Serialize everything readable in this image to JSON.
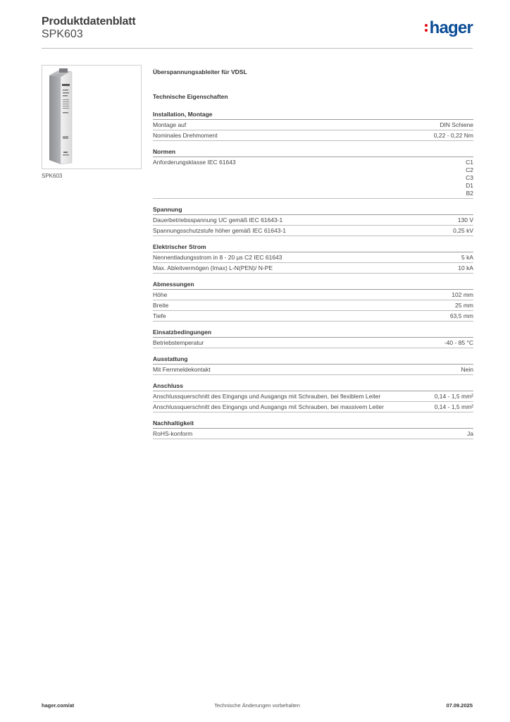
{
  "header": {
    "title": "Produktdatenblatt",
    "subtitle": "SPK603",
    "brand": "hager",
    "brand_color": "#0a4c96",
    "brand_dot_color": "#e30613"
  },
  "image": {
    "caption": "SPK603",
    "icon": "product-photo-surge-arrester"
  },
  "content": {
    "product_name": "Überspannungsableiter für VDSL",
    "section_title": "Technische Eigenschaften",
    "groups": [
      {
        "title": "Installation, Montage",
        "rows": [
          {
            "label": "Montage auf",
            "value": "DIN Schiene"
          },
          {
            "label": "Nominales Drehmoment",
            "value": "0,22 - 0,22 Nm"
          }
        ]
      },
      {
        "title": "Normen",
        "rows": [
          {
            "label": "Anforderungsklasse IEC 61643",
            "values": [
              "C1",
              "C2",
              "C3",
              "D1",
              "B2"
            ]
          }
        ]
      },
      {
        "title": "Spannung",
        "rows": [
          {
            "label": "Dauerbetriebsspannung UC gemäß IEC 61643-1",
            "value": "130 V"
          },
          {
            "label": "Spannungsschutzstufe höher gemäß IEC 61643-1",
            "value": "0,25 kV"
          }
        ]
      },
      {
        "title": "Elektrischer Strom",
        "rows": [
          {
            "label": "Nennentladungsstrom in 8 - 20 µs C2 IEC 61643",
            "value": "5 kA"
          },
          {
            "label": "Max. Ableitvermögen (Imax) L-N(PEN)/ N-PE",
            "value": "10 kA"
          }
        ]
      },
      {
        "title": "Abmessungen",
        "rows": [
          {
            "label": "Höhe",
            "value": "102 mm"
          },
          {
            "label": "Breite",
            "value": "25 mm"
          },
          {
            "label": "Tiefe",
            "value": "63,5 mm"
          }
        ]
      },
      {
        "title": "Einsatzbedingungen",
        "rows": [
          {
            "label": "Betriebstemperatur",
            "value": "-40 - 85 °C"
          }
        ]
      },
      {
        "title": "Ausstattung",
        "rows": [
          {
            "label": "Mit Fernmeldekontakt",
            "value": "Nein"
          }
        ]
      },
      {
        "title": "Anschluss",
        "rows": [
          {
            "label": "Anschlussquerschnitt des Eingangs und Ausgangs mit Schrauben, bei flexiblem Leiter",
            "value": "0,14 - 1,5 mm²"
          },
          {
            "label": "Anschlussquerschnitt des Eingangs und Ausgangs mit Schrauben, bei massivem Leiter",
            "value": "0,14 - 1,5 mm²"
          }
        ]
      },
      {
        "title": "Nachhaltigkeit",
        "rows": [
          {
            "label": "RoHS-konform",
            "value": "Ja"
          }
        ]
      }
    ]
  },
  "footer": {
    "left": "hager.com/at",
    "center": "Technische Änderungen vorbehalten",
    "right": "07.09.2025"
  }
}
